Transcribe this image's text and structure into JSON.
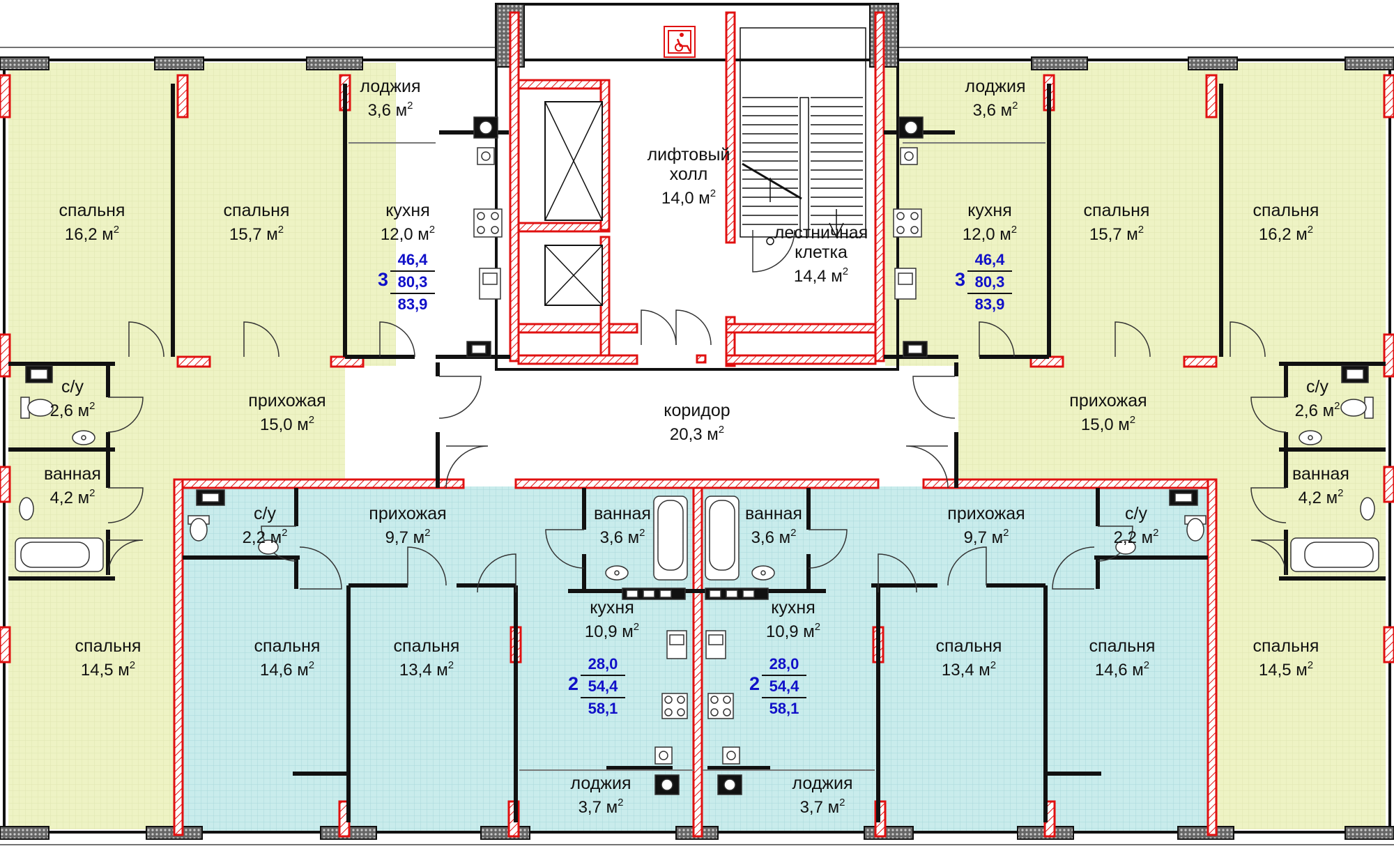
{
  "colors": {
    "three_room_fill": "#eef3c4",
    "two_room_fill": "#c9ecec",
    "common_fill": "#ffffff",
    "wall": "#111111",
    "fire_wall": "#e01010",
    "apartment_numbers": "#1010c8",
    "accessibility_sign": "#e01010"
  },
  "icons": [
    "wheelchair-icon",
    "elevator-shaft-icon",
    "stair-icon",
    "bathtub-icon",
    "toilet-icon",
    "sink-icon",
    "stove-icon",
    "vent-shaft-icon"
  ],
  "units": {
    "area_unit": "м",
    "area_power": "2"
  },
  "rooms": [
    {
      "id": "l-bed1",
      "name": "спальня",
      "area": "16,2"
    },
    {
      "id": "l-bed2",
      "name": "спальня",
      "area": "15,7"
    },
    {
      "id": "l-loggia",
      "name": "лоджия",
      "area": "3,6"
    },
    {
      "id": "l-kitchen",
      "name": "кухня",
      "area": "12,0"
    },
    {
      "id": "l-wc",
      "name": "с/у",
      "area": "2,6"
    },
    {
      "id": "l-hall",
      "name": "прихожая",
      "area": "15,0"
    },
    {
      "id": "l-bath",
      "name": "ванная",
      "area": "4,2"
    },
    {
      "id": "l-bed3",
      "name": "спальня",
      "area": "14,5"
    },
    {
      "id": "lift-hall",
      "name": "лифтовый\nхолл",
      "area": "14,0"
    },
    {
      "id": "stair",
      "name": "лестничная\nклетка",
      "area": "14,4"
    },
    {
      "id": "corridor",
      "name": "коридор",
      "area": "20,3"
    },
    {
      "id": "r-loggia",
      "name": "лоджия",
      "area": "3,6"
    },
    {
      "id": "r-kitchen",
      "name": "кухня",
      "area": "12,0"
    },
    {
      "id": "r-bed2",
      "name": "спальня",
      "area": "15,7"
    },
    {
      "id": "r-bed1",
      "name": "спальня",
      "area": "16,2"
    },
    {
      "id": "r-hall",
      "name": "прихожая",
      "area": "15,0"
    },
    {
      "id": "r-wc",
      "name": "с/у",
      "area": "2,6"
    },
    {
      "id": "r-bath",
      "name": "ванная",
      "area": "4,2"
    },
    {
      "id": "r-bed3",
      "name": "спальня",
      "area": "14,5"
    },
    {
      "id": "cl-wc",
      "name": "с/у",
      "area": "2,2"
    },
    {
      "id": "cl-hall",
      "name": "прихожая",
      "area": "9,7"
    },
    {
      "id": "cl-bath",
      "name": "ванная",
      "area": "3,6"
    },
    {
      "id": "cl-bed1",
      "name": "спальня",
      "area": "14,6"
    },
    {
      "id": "cl-bed2",
      "name": "спальня",
      "area": "13,4"
    },
    {
      "id": "cl-kitchen",
      "name": "кухня",
      "area": "10,9"
    },
    {
      "id": "cl-loggia",
      "name": "лоджия",
      "area": "3,7"
    },
    {
      "id": "cr-bath",
      "name": "ванная",
      "area": "3,6"
    },
    {
      "id": "cr-hall",
      "name": "прихожая",
      "area": "9,7"
    },
    {
      "id": "cr-wc",
      "name": "с/у",
      "area": "2,2"
    },
    {
      "id": "cr-kitchen",
      "name": "кухня",
      "area": "10,9"
    },
    {
      "id": "cr-loggia",
      "name": "лоджия",
      "area": "3,7"
    },
    {
      "id": "cr-bed2",
      "name": "спальня",
      "area": "13,4"
    },
    {
      "id": "cr-bed1",
      "name": "спальня",
      "area": "14,6"
    }
  ],
  "apartments": [
    {
      "id": "apt-3-left",
      "rooms": "3",
      "living": "46,4",
      "total": "80,3",
      "total_with_loggia": "83,9"
    },
    {
      "id": "apt-3-right",
      "rooms": "3",
      "living": "46,4",
      "total": "80,3",
      "total_with_loggia": "83,9"
    },
    {
      "id": "apt-2-left",
      "rooms": "2",
      "living": "28,0",
      "total": "54,4",
      "total_with_loggia": "58,1"
    },
    {
      "id": "apt-2-right",
      "rooms": "2",
      "living": "28,0",
      "total": "54,4",
      "total_with_loggia": "58,1"
    }
  ]
}
